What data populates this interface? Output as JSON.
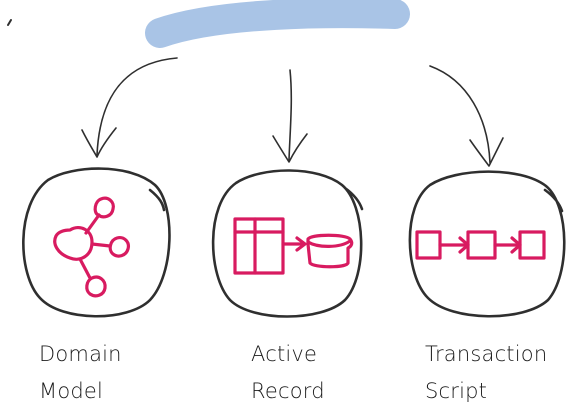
{
  "colors": {
    "bar": "#a9c4e6",
    "ink": "#2f2f2f",
    "accent": "#d81b60"
  },
  "nodes": [
    {
      "line1": "Domain",
      "line2": "Model",
      "icon": "network-graph-icon"
    },
    {
      "line1": "Active",
      "line2": "Record",
      "icon": "table-to-database-icon"
    },
    {
      "line1": "Transaction",
      "line2": "Script",
      "icon": "sequential-steps-icon"
    }
  ]
}
